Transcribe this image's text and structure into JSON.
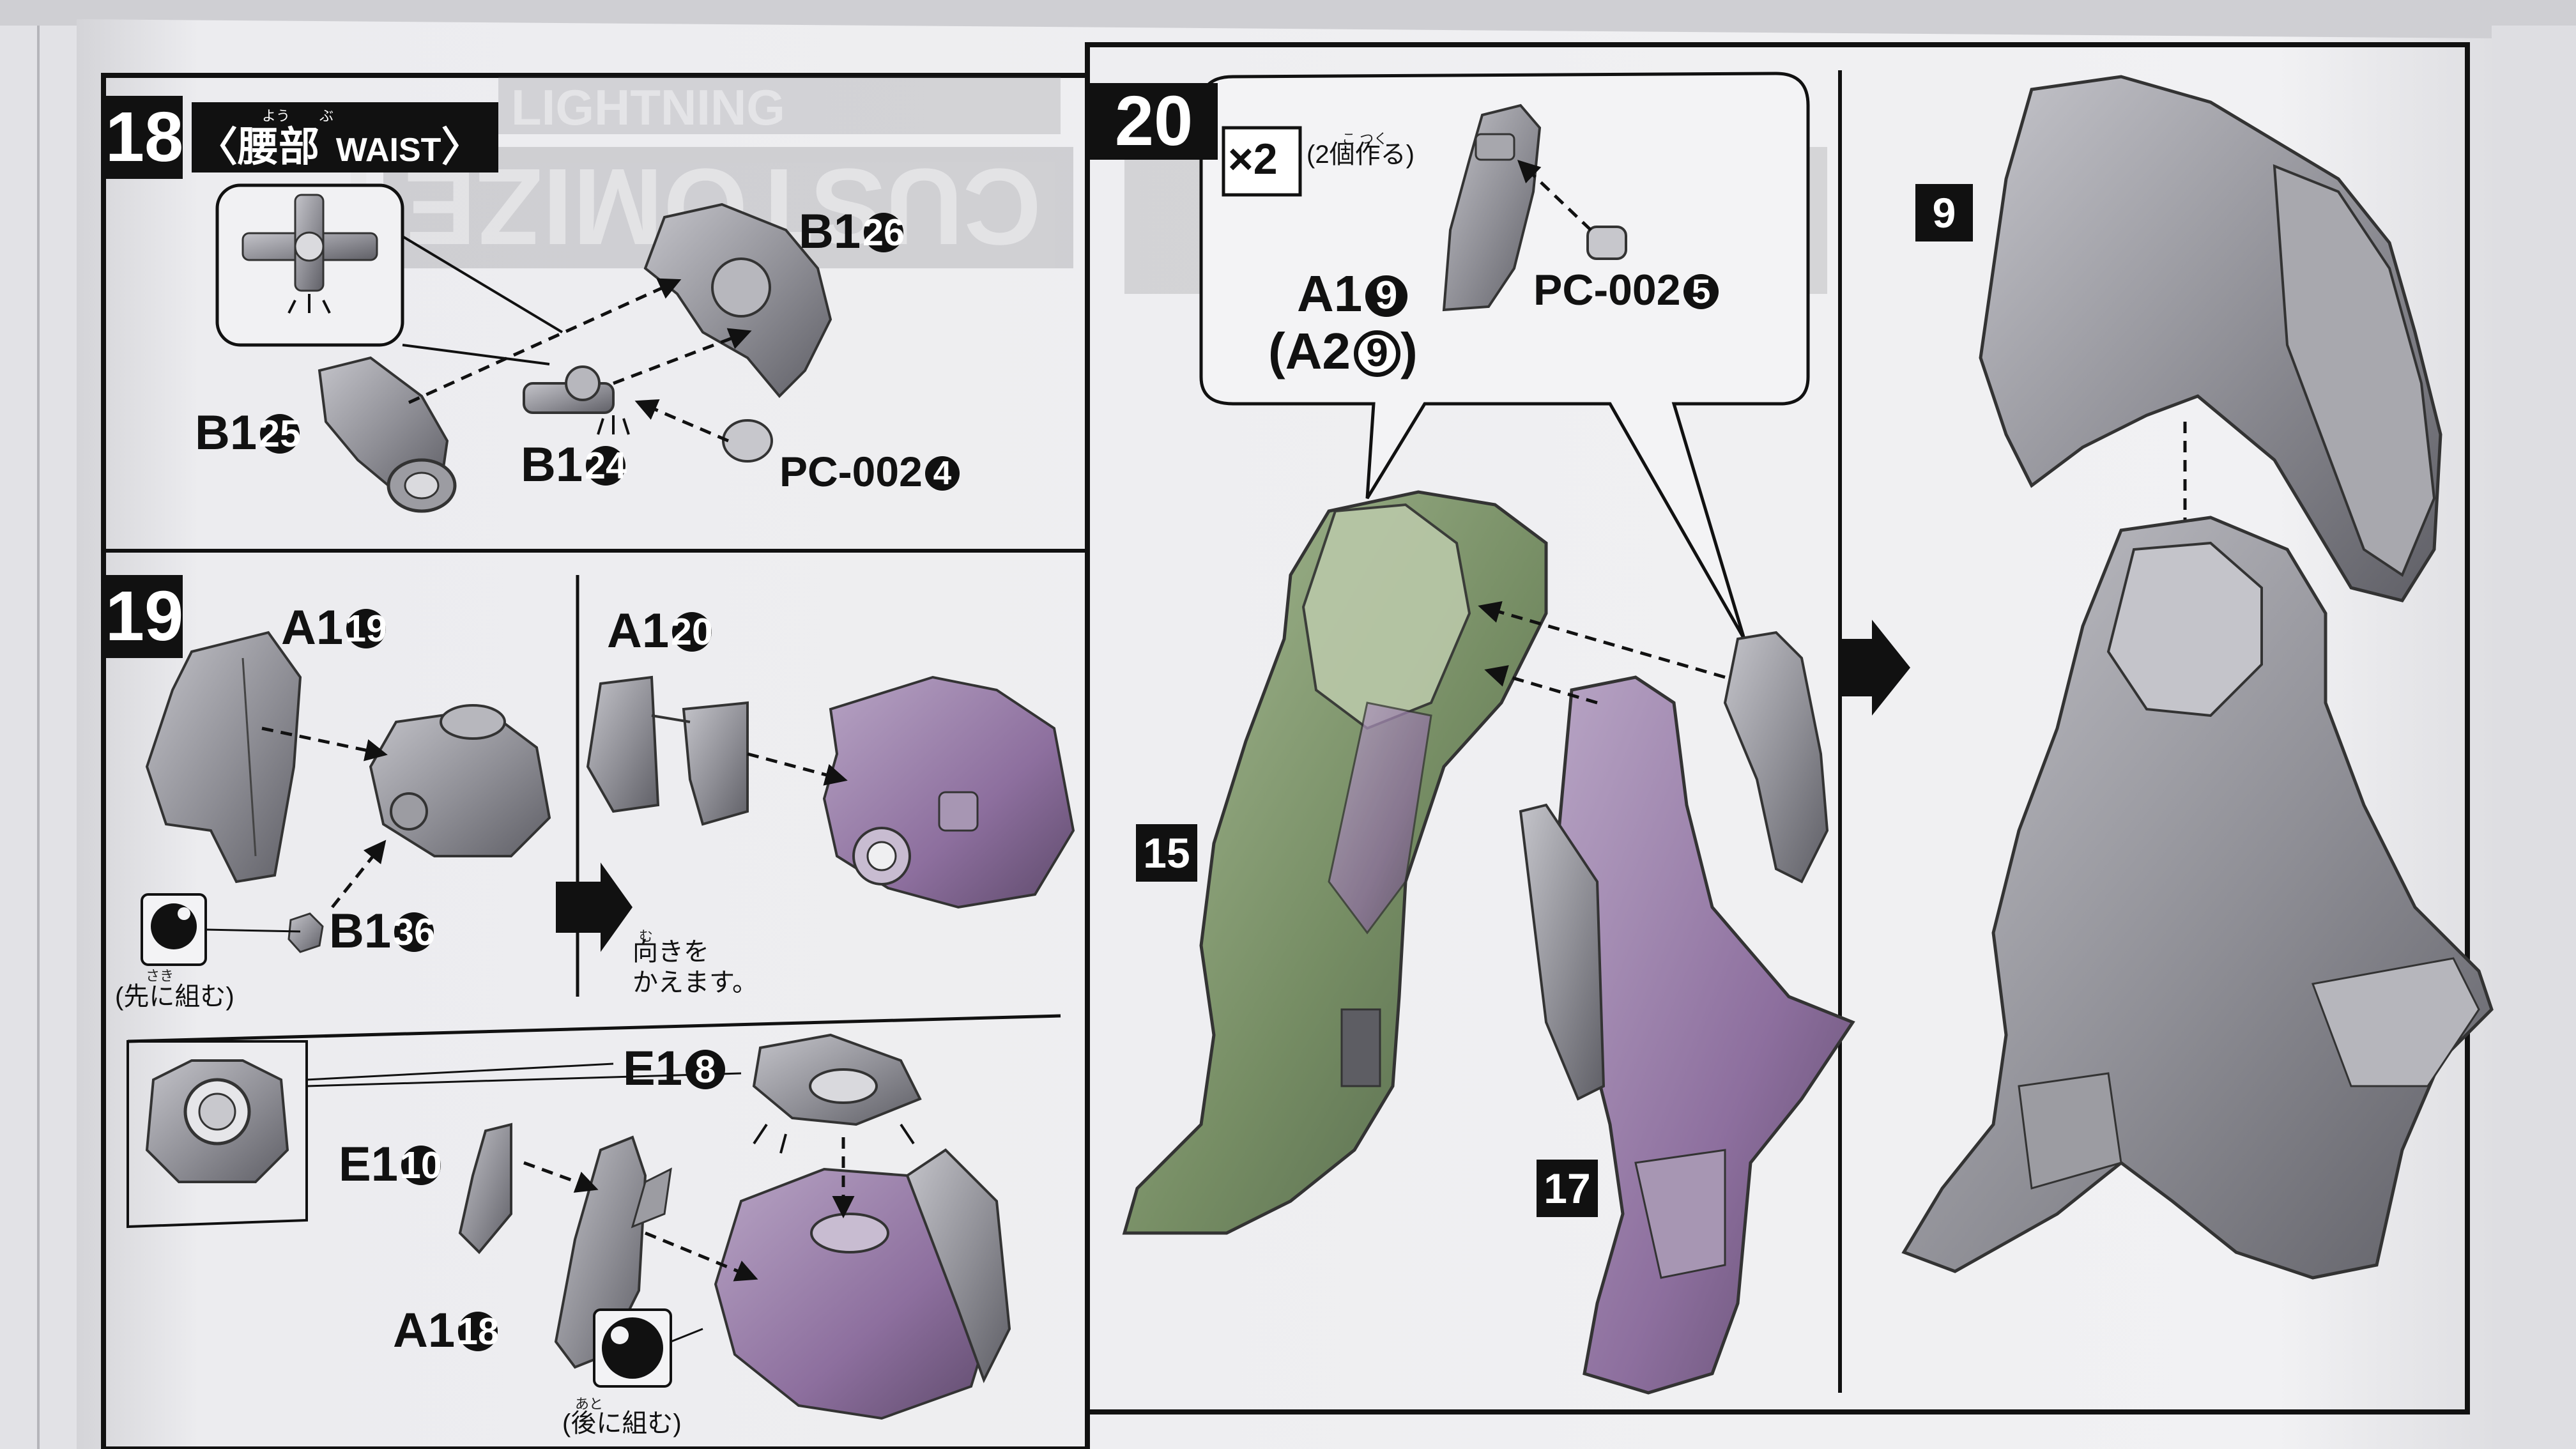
{
  "step18": {
    "number": "18",
    "title_open": "〈",
    "title_jp": "腰部",
    "title_en": "WAIST",
    "title_close": "〉",
    "ruby": [
      "よう",
      "ぶ"
    ],
    "parts": {
      "b1_26": {
        "prefix": "B1",
        "num": "26"
      },
      "b1_25": {
        "prefix": "B1",
        "num": "25"
      },
      "b1_24": {
        "prefix": "B1",
        "num": "24"
      },
      "pc002_4": {
        "prefix": "PC-002",
        "num": "4"
      }
    }
  },
  "step19": {
    "number": "19",
    "parts": {
      "a1_19": {
        "prefix": "A1",
        "num": "19"
      },
      "a1_20": {
        "prefix": "A1",
        "num": "20"
      },
      "b1_36": {
        "prefix": "B1",
        "num": "36"
      },
      "e1_8": {
        "prefix": "E1",
        "num": "8"
      },
      "e1_10": {
        "prefix": "E1",
        "num": "10"
      },
      "a1_18": {
        "prefix": "A1",
        "num": "18"
      }
    },
    "note_first": "(先に組む)",
    "note_first_ruby": "さき",
    "note_turn_line1": "向きを",
    "note_turn_line2": "かえます。",
    "note_turn_ruby": "む",
    "note_after": "(後に組む)",
    "note_after_ruby": "あと"
  },
  "step20": {
    "number": "20",
    "multiplier": "×2",
    "multiplier_note": "(2個作る)",
    "multiplier_ruby": "こ つく",
    "parts": {
      "a1_9": {
        "prefix": "A1",
        "num": "9"
      },
      "a2_9": {
        "prefix": "(A2",
        "num": "9",
        "suffix": ")"
      },
      "pc002_5": {
        "prefix": "PC-002",
        "num": "5"
      }
    },
    "refs": {
      "r15": "15",
      "r17": "17",
      "r9": "9"
    }
  },
  "background_print": {
    "banner_a": "LIGHTNING",
    "banner_b": "CUSTOMIZE P"
  },
  "colors": {
    "paper": "#efeff1",
    "ink": "#111111",
    "part_fill": "#9a9aa0",
    "part_shade": "#6e6e74",
    "part_light": "#c9c9cf",
    "tint_green": "#6f8c5a",
    "tint_purple": "#8a5f9c"
  },
  "icons": [
    "arrow-right-icon",
    "dashed-arrow-icon",
    "cross-joint-icon",
    "ring-icon",
    "black-dot-icon"
  ]
}
